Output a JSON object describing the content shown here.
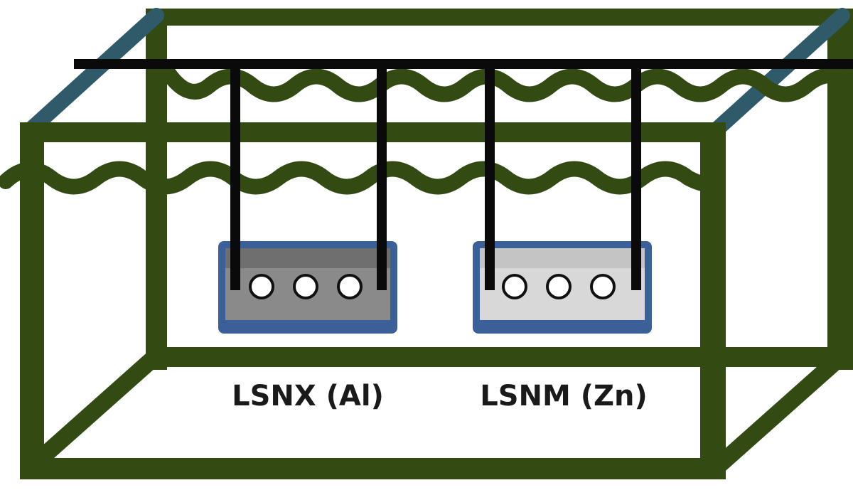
{
  "diagram": {
    "frame_color": "#334a12",
    "wire_color": "#0a0a0a",
    "diagonal_edge_color": "#2f5a6a",
    "coil_color": "#334a12",
    "samples": [
      {
        "label": "LSNX (Al)",
        "fill_color": "#8a8a8a",
        "border_color": "#3b5f98",
        "hole_count": 3
      },
      {
        "label": "LSNM (Zn)",
        "fill_color": "#d8d8d8",
        "border_color": "#3b5f98",
        "hole_count": 3
      }
    ]
  }
}
